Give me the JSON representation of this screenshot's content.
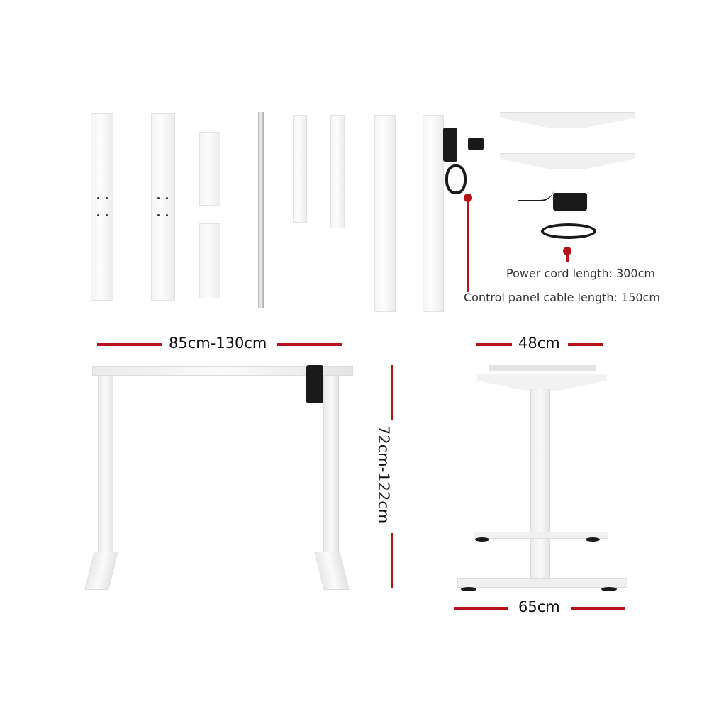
{
  "parts": {
    "items": [
      {
        "name": "foot-base-1"
      },
      {
        "name": "foot-base-2"
      },
      {
        "name": "side-bracket-top"
      },
      {
        "name": "side-bracket-bottom"
      },
      {
        "name": "hex-rod"
      },
      {
        "name": "crossbar-1"
      },
      {
        "name": "crossbar-2"
      },
      {
        "name": "leg-column"
      },
      {
        "name": "motor-leg-column"
      },
      {
        "name": "top-bracket-1"
      },
      {
        "name": "top-bracket-2"
      },
      {
        "name": "control-box"
      },
      {
        "name": "power-cord"
      }
    ]
  },
  "callouts": {
    "power_cord": "Power cord length: 300cm",
    "control_cable": "Control panel cable length: 150cm"
  },
  "dimensions": {
    "width": "85cm-130cm",
    "height": "72cm-122cm",
    "depth_top": "48cm",
    "depth_base": "65cm"
  },
  "colors": {
    "accent_red": "#b5121b",
    "frame_white": "#f2f2f2"
  }
}
